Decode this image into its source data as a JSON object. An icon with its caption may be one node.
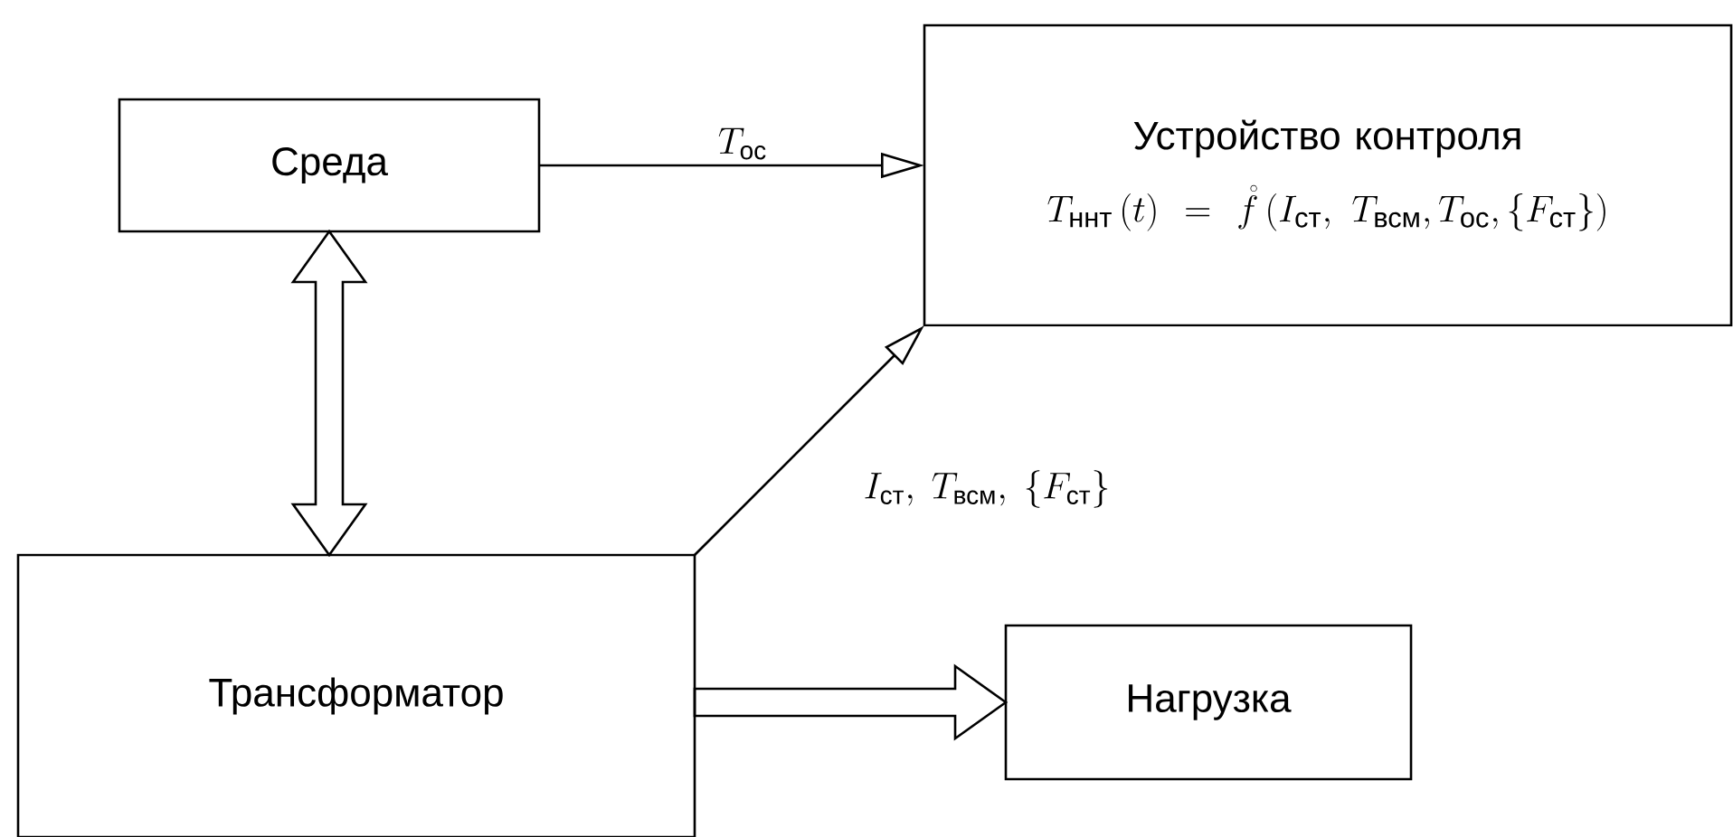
{
  "diagram": {
    "nodes": [
      {
        "text": [
          "Среда"
        ]
      },
      {
        "text": [
          "Устройство контроля",
          "T_{\\text{ннт}}\\left(t\\right)=\\mathring{f}\\left(I_{\\text{ст}},\\ T_{\\text{всм}},T_{\\text{ос}},\\left\\{F_{\\text{ст}}\\right\\}\\right)"
        ]
      },
      {
        "text": [
          "Трансформатор"
        ]
      },
      {
        "text": [
          "Нагрузка"
        ]
      }
    ],
    "edges": [
      {
        "from": 0,
        "to": 1,
        "arrow": "to",
        "label": "T_{\\text{ос}}"
      },
      {
        "from": 0,
        "to": 2,
        "arrow": "both",
        "style": "thick"
      },
      {
        "from": 2,
        "to": 1,
        "arrow": "to",
        "label": "I_{\\text{ст}},\\ T_{\\text{всм}},\\ \\left\\{F_{\\text{ст}}\\right\\}"
      },
      {
        "from": 2,
        "to": 3,
        "arrow": "to",
        "style": "thick"
      }
    ]
  }
}
